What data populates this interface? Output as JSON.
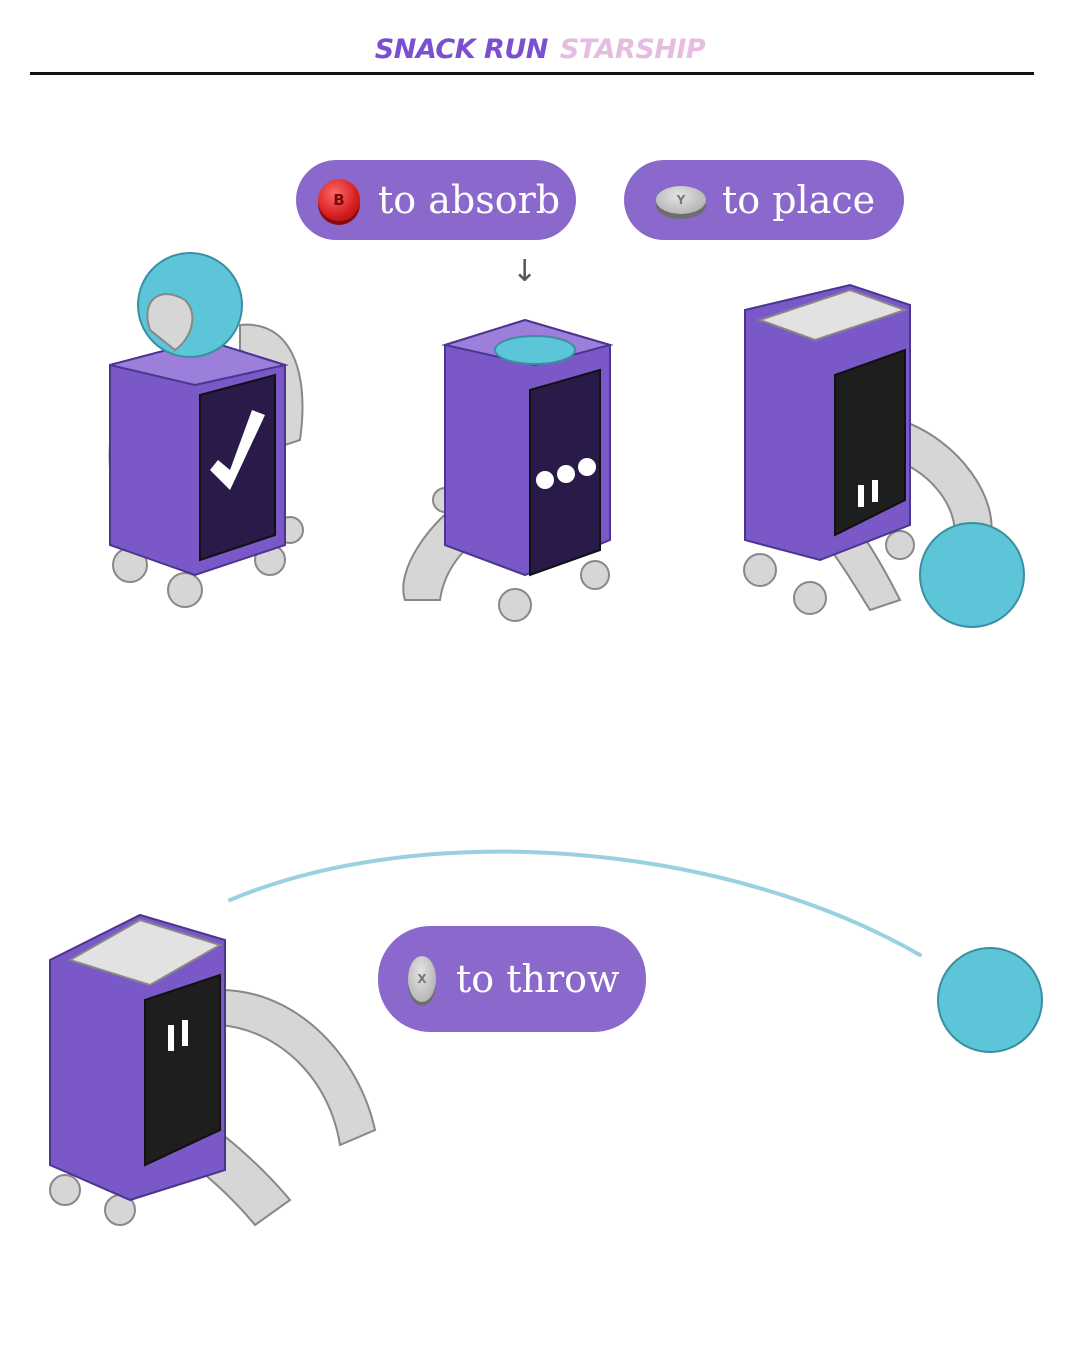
{
  "header": {
    "title_part1": "SNACK RUN",
    "title_part2": "STARSHIP"
  },
  "controls": [
    {
      "button": "B",
      "label": "to absorb"
    },
    {
      "button": "Y",
      "label": "to place"
    },
    {
      "button": "X",
      "label": "to throw"
    }
  ],
  "arrow_glyph": "↓",
  "illustration": {
    "robot_color": "#7a58c8",
    "orb_color": "#5cc6d8",
    "arm_color": "#c4c4c4",
    "screen_color": "#2a1a4a"
  }
}
